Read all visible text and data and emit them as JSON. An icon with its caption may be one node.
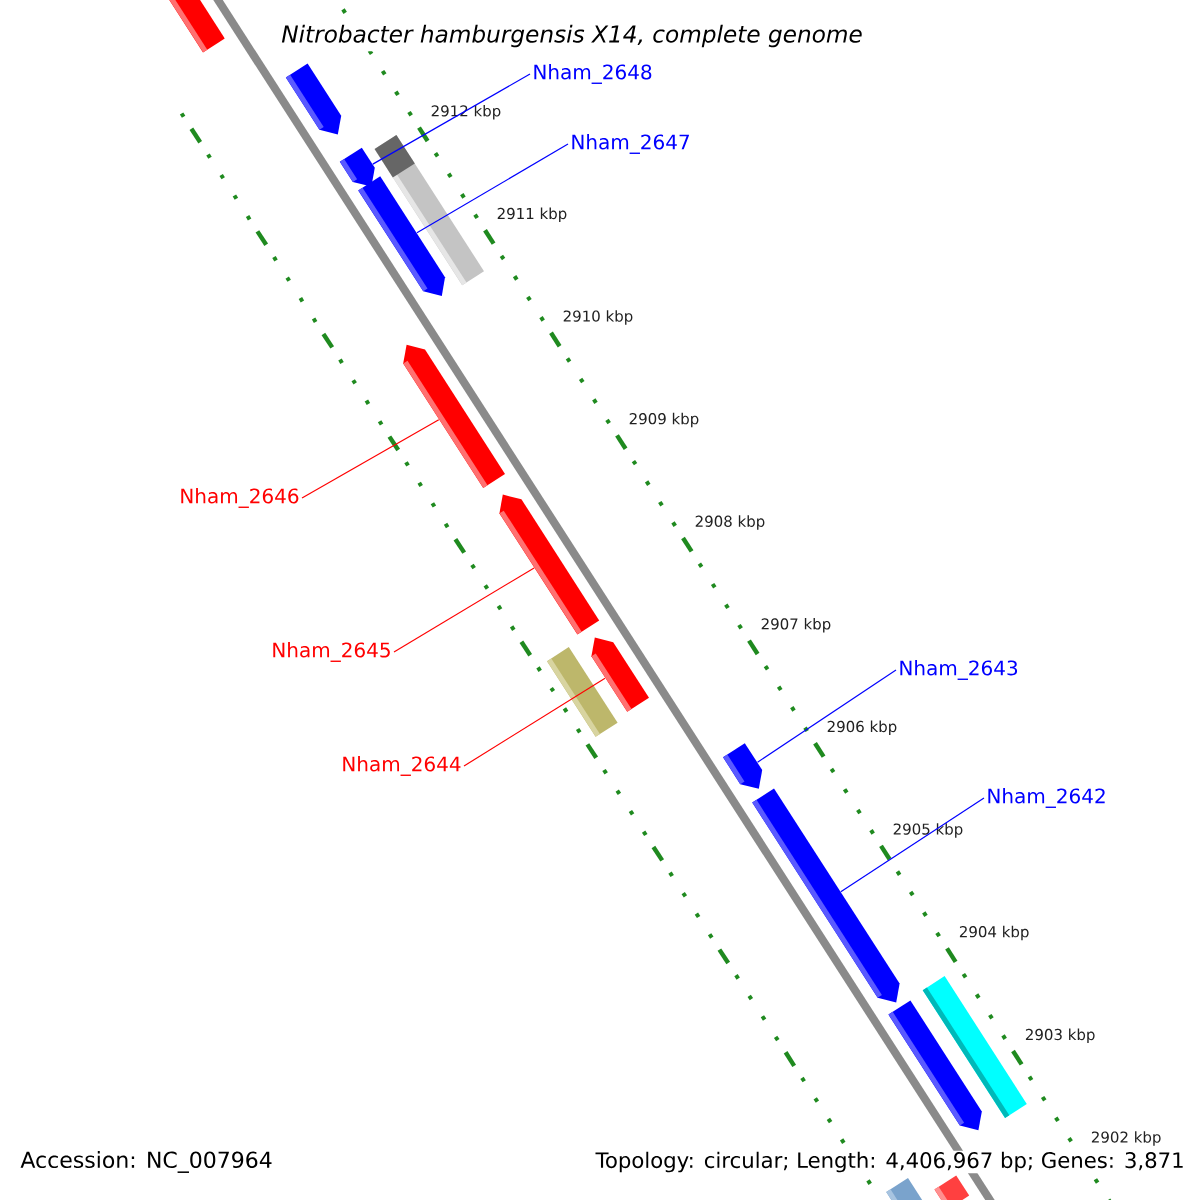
{
  "diagram": {
    "title": "Nitrobacter hamburgensis X14, complete genome",
    "nodes": [
      {
        "text": [],
        "shape": "arrow"
      },
      {
        "text": [],
        "shape": "arrow"
      },
      {
        "text": [],
        "shape": "box"
      },
      {
        "text": [],
        "shape": "arrow"
      },
      {
        "text": [],
        "shape": "arrow"
      },
      {
        "text": [],
        "shape": "arrow"
      },
      {
        "text": [],
        "shape": "arrow"
      },
      {
        "text": [],
        "shape": "box"
      },
      {
        "text": [],
        "shape": "arrow"
      },
      {
        "text": [],
        "shape": "arrow"
      },
      {
        "text": [],
        "shape": "arrow"
      },
      {
        "text": [],
        "shape": "arrow"
      },
      {
        "text": [],
        "shape": "box"
      },
      {
        "text": [],
        "shape": "box"
      },
      {
        "text": [],
        "shape": "box"
      },
      {
        "text": [
          "Nham_2648"
        ]
      },
      {
        "text": [
          "Nham_2647"
        ]
      },
      {
        "text": [
          "Nham_2646"
        ]
      },
      {
        "text": [
          "Nham_2645"
        ]
      },
      {
        "text": [
          "Nham_2644"
        ]
      },
      {
        "text": [
          "Nham_2643"
        ]
      },
      {
        "text": [
          "Nham_2642"
        ]
      }
    ],
    "edges": [
      {
        "from": 15,
        "to": 3,
        "arrow": "none",
        "color": "#0000ff"
      },
      {
        "from": 16,
        "to": 4,
        "arrow": "none",
        "color": "#0000ff"
      },
      {
        "from": 17,
        "to": 5,
        "arrow": "none",
        "color": "#ff0000"
      },
      {
        "from": 18,
        "to": 6,
        "arrow": "none",
        "color": "#ff0000"
      },
      {
        "from": 19,
        "to": 8,
        "arrow": "none",
        "color": "#ff0000"
      },
      {
        "from": 20,
        "to": 9,
        "arrow": "none",
        "color": "#0000ff"
      },
      {
        "from": 21,
        "to": 10,
        "arrow": "none",
        "color": "#0000ff"
      }
    ],
    "labels": [
      "2912 kbp",
      "2911 kbp",
      "2910 kbp",
      "2909 kbp",
      "2908 kbp",
      "2907 kbp",
      "2906 kbp",
      "2905 kbp",
      "2904 kbp",
      "2903 kbp",
      "2902 kbp",
      "Accession: NC_007964",
      "Topology: circular; Length: 4,406,967 bp; Genes: 3,871"
    ]
  }
}
